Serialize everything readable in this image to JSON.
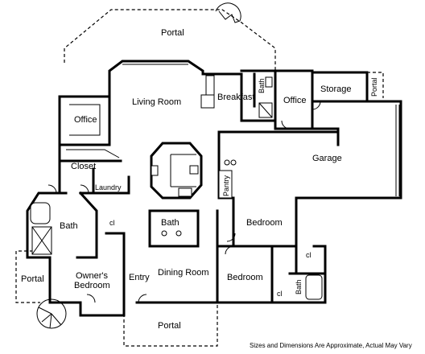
{
  "rooms": {
    "portal_top": "Portal",
    "living_room": "Living Room",
    "breakfast": "Breakfast",
    "bath_top": "Bath",
    "office_right": "Office",
    "storage": "Storage",
    "portal_right": "Portal",
    "office_left": "Office",
    "closet": "Closet",
    "laundry": "Laundry",
    "garage": "Garage",
    "pantry": "Pantry",
    "bath_left": "Bath",
    "cl_left": "cl",
    "bath_center": "Bath",
    "bedroom_upper": "Bedroom",
    "portal_left": "Portal",
    "owners_bedroom_line1": "Owner's",
    "owners_bedroom_line2": "Bedroom",
    "entry": "Entry",
    "dining_room": "Dining Room",
    "bedroom_lower": "Bedroom",
    "cl_right": "cl",
    "cl_right2": "cl",
    "bath_right": "Bath",
    "portal_bottom": "Portal"
  },
  "footer_note": "Sizes and Dimensions Are Approximate, Actual May Vary"
}
